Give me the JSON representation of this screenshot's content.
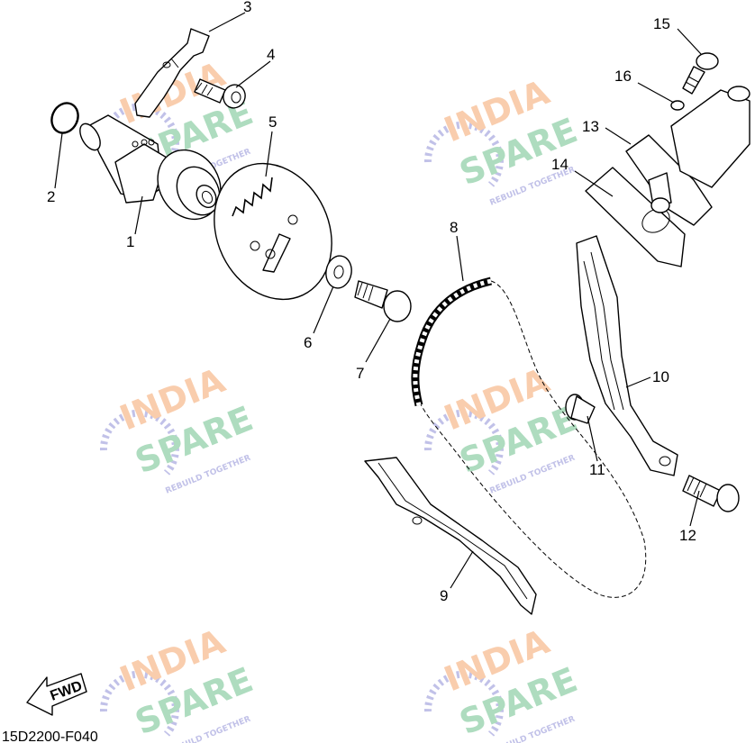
{
  "diagram_code": "15D2200-F040",
  "fwd_label": "FWD",
  "watermark": {
    "line1": "INDIA",
    "line2": "SPARE",
    "tagline": "REBUILD TOGETHER",
    "color_orange": "#f4a46a",
    "color_green": "#6cc08a",
    "color_icon": "#8f8fd6"
  },
  "callouts": [
    {
      "num": "1",
      "part": "camshaft"
    },
    {
      "num": "2",
      "part": "o-ring"
    },
    {
      "num": "3",
      "part": "plate"
    },
    {
      "num": "4",
      "part": "bolt"
    },
    {
      "num": "5",
      "part": "spring"
    },
    {
      "num": "6",
      "part": "washer"
    },
    {
      "num": "7",
      "part": "bolt"
    },
    {
      "num": "8",
      "part": "cam-chain"
    },
    {
      "num": "9",
      "part": "chain-guide"
    },
    {
      "num": "10",
      "part": "tensioner-guide"
    },
    {
      "num": "11",
      "part": "collar"
    },
    {
      "num": "12",
      "part": "bolt"
    },
    {
      "num": "13",
      "part": "tensioner-assembly"
    },
    {
      "num": "14",
      "part": "gasket"
    },
    {
      "num": "15",
      "part": "bolt"
    },
    {
      "num": "16",
      "part": "washer"
    }
  ]
}
